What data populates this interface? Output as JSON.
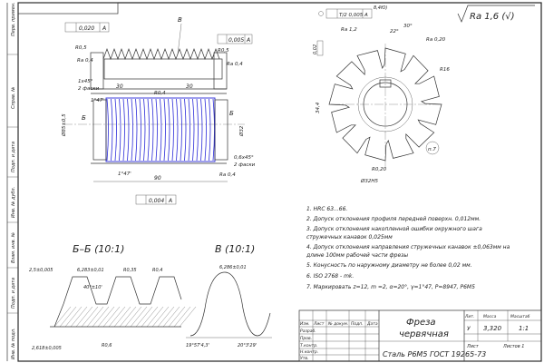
{
  "drawing": {
    "roughness": "Ra 1,6 (√)",
    "section_bb_title": "Б–Б (10:1)",
    "section_v_title": "В (10:1)",
    "cut_label_b": "Б",
    "cut_label_v": "В",
    "notes": [
      "1.  HRC 63...66.",
      "2.  Допуск отклонения профиля передней поверхн. 0,012мм.",
      "3.  Допуск отклонения накопленной ошибки окружного шага",
      "стружечных канавок 0,025мм",
      "4. Допуск отклонения направления стружечных канавок ±0,063мм на",
      "длине 100мм рабочей части фрезы",
      "5. Конусность по наружному диаметру не более 0,02 мм.",
      "6. ISO 2768 - mk.",
      "7. Маркировать  z=12, m =2, α=20°, γ=1°47, Р=8947, Р6М5"
    ],
    "dims_front": {
      "bore_tol": "0,020",
      "ra_04a": "Ra 0,4",
      "ra_04b": "Ra 0,4",
      "tol_005": "0,005",
      "ra_08": "R0,5",
      "r_05": "R0,5",
      "chamfer_a": "1х45°",
      "chamfer_a2": "2 фаски",
      "len_30a": "30",
      "len_30b": "30",
      "rd4": "R0,4",
      "dia_85": "Ø85±0,5",
      "dia_b": "Ø32",
      "chamfer_b": "0,6х45°",
      "chamfer_b2": "2 фаски",
      "angle": "1°47'",
      "len_90": "90",
      "runout": "0,004",
      "datum": "А",
      "pos_b": "В"
    },
    "dims_end": {
      "tol_top": "0,02",
      "tol_box": "T/2 0,005",
      "ang_30": "30°",
      "ang_22": "22°",
      "ra_12": "Ra 1,2",
      "ra_020": "Ra 0,20",
      "r16": "R16",
      "chamf": "8,4Ю)",
      "r020": "R0,20",
      "r012": "R0,20",
      "dia": "Ø32Н5",
      "bore": "34,4",
      "note_circle": "п.7"
    },
    "dims_sections": {
      "d_25": "2,5±0,005",
      "d_6283": "6,283±0,01",
      "r_035": "R0,35",
      "r_04": "R0,4",
      "ang_40": "40°±10'",
      "d_2618": "2,618±0,005",
      "r_06": "R0,6",
      "ang_195": "19°57'4,3'",
      "d_6286": "6,286±0,01",
      "ang_20": "20°3'29'"
    },
    "side_labels": [
      "Перв. примен.",
      "Справ. №",
      "Подп. и дата",
      "Инв. № дубл.",
      "Взам. инв. №",
      "Подп. и дата",
      "Инв. № подл."
    ],
    "title_block": {
      "name_line1": "Фреза",
      "name_line2": "червячная",
      "material": "Сталь Р6М5 ГОСТ 19265-73",
      "hdr_izm": "Изм.",
      "hdr_list": "Лист",
      "hdr_doc": "№ докум.",
      "hdr_sign": "Подп.",
      "hdr_date": "Дата",
      "row_razrab": "Разраб.",
      "row_prov": "Пров.",
      "row_tkontr": "Т.контр.",
      "row_nkontr": "Н.контр.",
      "row_utv": "Утв.",
      "lit_hdr": "Лит.",
      "mass_hdr": "Масса",
      "scale_hdr": "Масштаб",
      "lit_val": "У",
      "mass_val": "3,320",
      "scale_val": "1:1",
      "sheet": "Лист",
      "sheets": "Листов   1"
    }
  }
}
